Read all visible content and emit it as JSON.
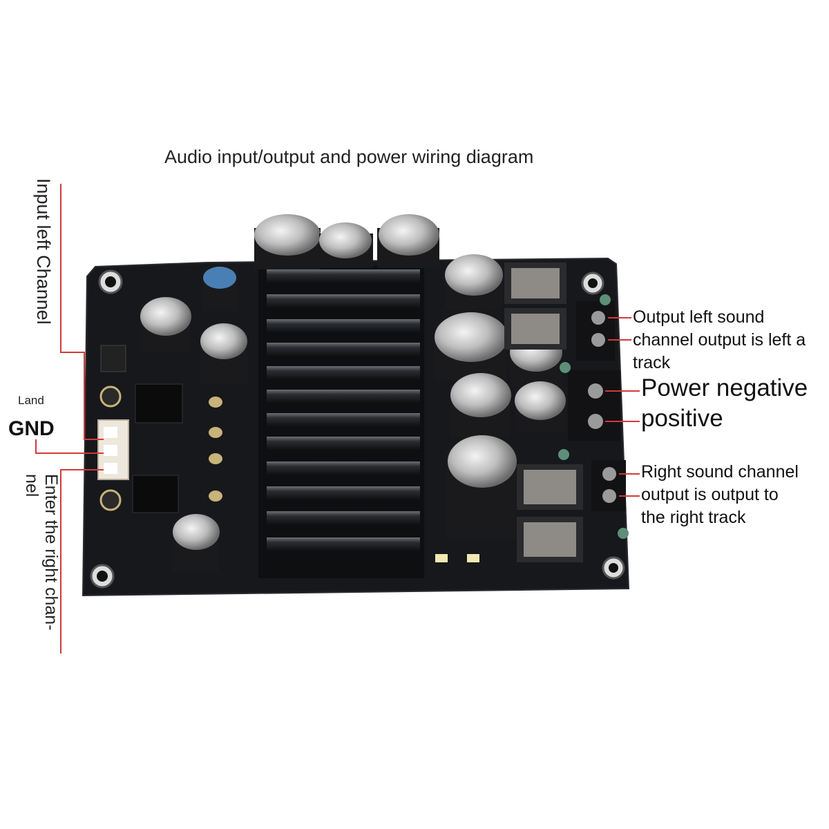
{
  "title": "Audio input/output and power wiring diagram",
  "labels": {
    "input_left": "Input left Channel",
    "land": "Land",
    "gnd": "GND",
    "input_right_1": "Enter the right chan-",
    "input_right_2": "nel",
    "output_left_1": "Output left sound",
    "output_left_2": "channel output is left a",
    "output_left_3": "track",
    "power_1": "Power negative",
    "power_2": "positive",
    "output_right_1": "Right sound channel",
    "output_right_2": "output is output to",
    "output_right_3": "the right track"
  },
  "colors": {
    "leader_line": "#d23a3a",
    "board": "#17181b",
    "heatsink": "#0e0f11",
    "terminal": "#121214",
    "inductor": "#8e8a86"
  }
}
